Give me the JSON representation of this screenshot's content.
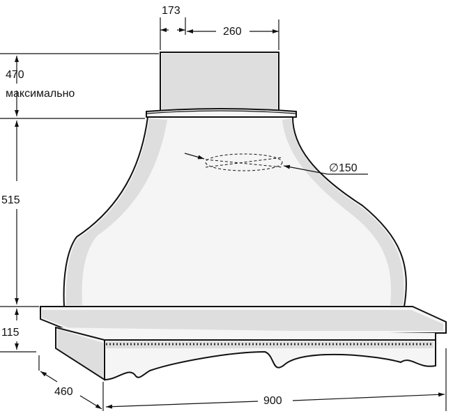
{
  "dimensions": {
    "top_depth": "173",
    "top_width": "260",
    "chimney_height": "470",
    "chimney_note": "максимально",
    "hood_height": "515",
    "base_height": "115",
    "depth": "460",
    "width": "900",
    "duct_diameter": "∅150"
  }
}
